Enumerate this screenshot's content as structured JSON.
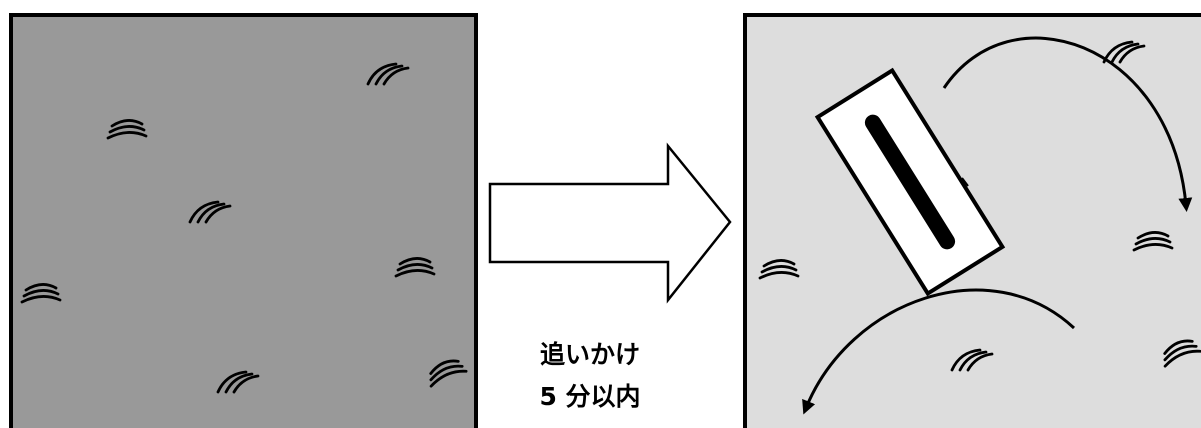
{
  "caption": {
    "line1": "追いかけ",
    "line2": "5 分以内"
  },
  "colors": {
    "before_panel_fill": "#999999",
    "after_panel_fill": "#dddddd",
    "outline": "#000000",
    "arrow_fill": "#ffffff",
    "trowel_fill": "#ffffff",
    "trowel_handle": "#000000"
  },
  "icons": {
    "transition": "right-arrow",
    "tool": "float-trowel",
    "texture_mark": "swirl-stroke",
    "motion": "curved-arrow"
  }
}
